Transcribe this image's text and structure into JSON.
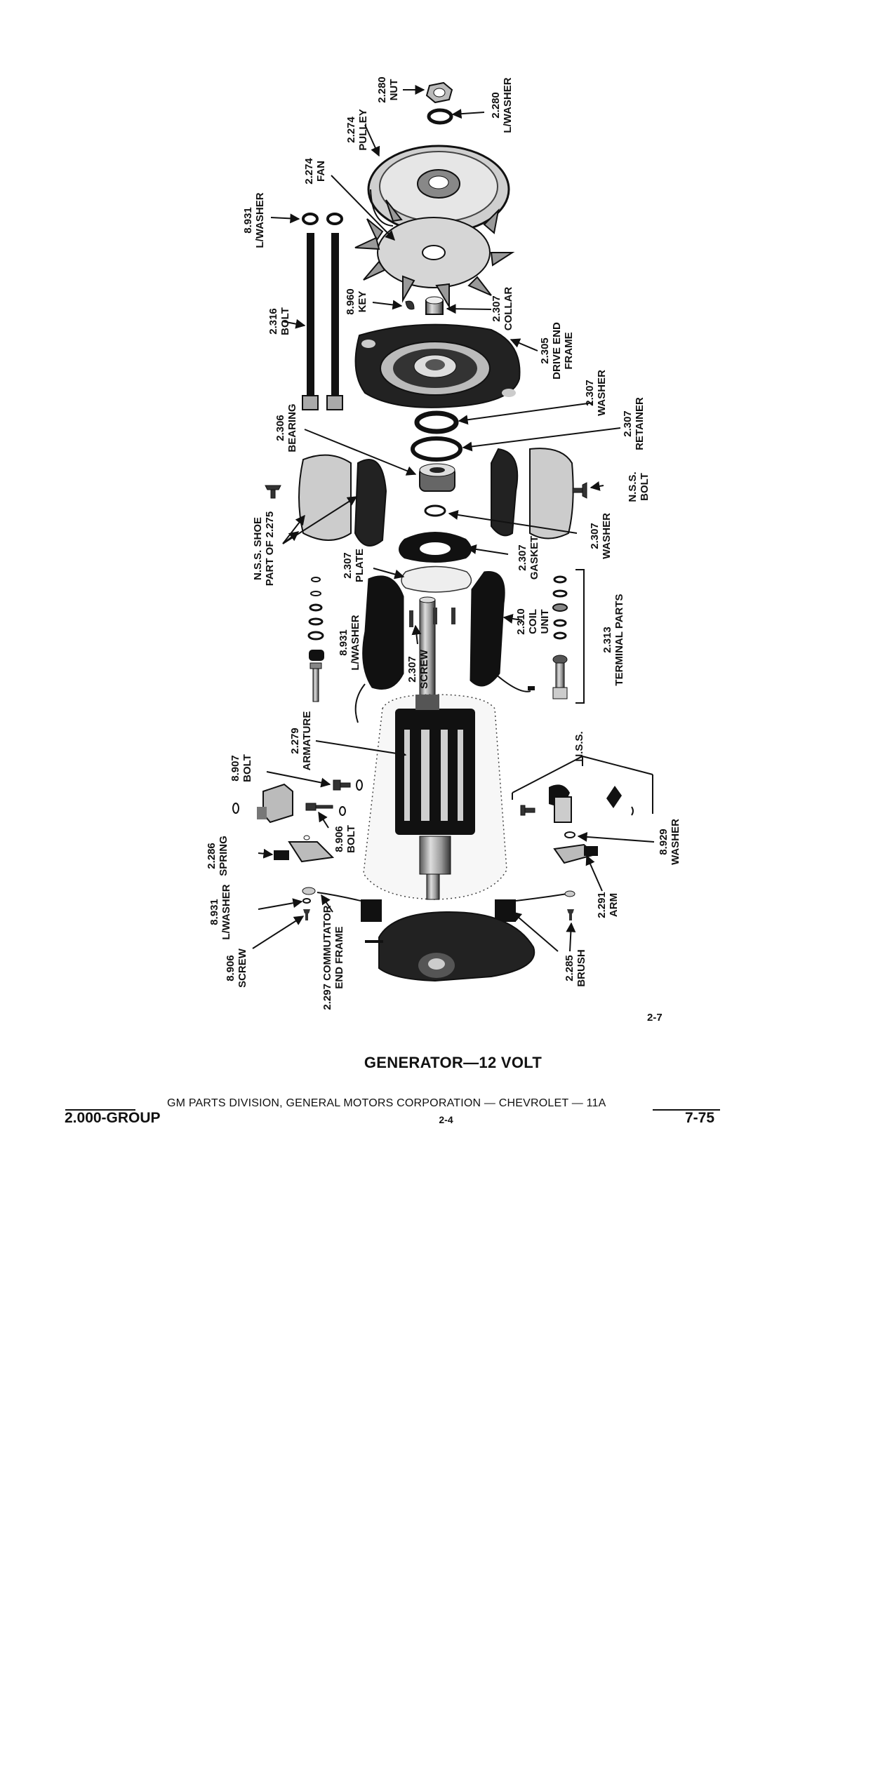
{
  "callouts": {
    "nut": [
      "2.280",
      "NUT"
    ],
    "lwasher_top": [
      "2.280",
      "L/WASHER"
    ],
    "pulley": [
      "2.274",
      "PULLEY"
    ],
    "fan": [
      "2.274",
      "FAN"
    ],
    "lwasher_bolt": [
      "8.931",
      "L/WASHER"
    ],
    "key": [
      "8.960",
      "KEY"
    ],
    "collar": [
      "2.307",
      "COLLAR"
    ],
    "bolt_through": [
      "2.316",
      "BOLT"
    ],
    "drive_end_frame": [
      "2.305",
      "DRIVE END",
      "FRAME"
    ],
    "washer_a": [
      "2.307",
      "WASHER"
    ],
    "bearing": [
      "2.306",
      "BEARING"
    ],
    "retainer": [
      "2.307",
      "RETAINER"
    ],
    "nss_bolt": [
      "N.S.S.",
      "BOLT"
    ],
    "nss_shoe": [
      "N.S.S. SHOE",
      "PART OF 2.275"
    ],
    "washer_b": [
      "2.307",
      "WASHER"
    ],
    "plate": [
      "2.307",
      "PLATE"
    ],
    "gasket": [
      "2.307",
      "GASKET"
    ],
    "lwasher_mid": [
      "8.931",
      "L/WASHER"
    ],
    "screw_mid": [
      "2.307",
      "SCREW"
    ],
    "coil_unit": [
      "2.310",
      "COIL",
      "UNIT"
    ],
    "terminal_parts": [
      "2.313",
      "TERMINAL PARTS"
    ],
    "armature": [
      "2.279",
      "ARMATURE"
    ],
    "bolt_8907": [
      "8.907",
      "BOLT"
    ],
    "nss_right": [
      "N.S.S."
    ],
    "bolt_8906": [
      "8.906",
      "BOLT"
    ],
    "spring": [
      "2.286",
      "SPRING"
    ],
    "washer_8929": [
      "8.929",
      "WASHER"
    ],
    "arm": [
      "2.291",
      "ARM"
    ],
    "lwasher_low": [
      "8.931",
      "L/WASHER"
    ],
    "screw_low": [
      "8.906",
      "SCREW"
    ],
    "commutator": [
      "2.297 COMMUTATOR",
      "END FRAME"
    ],
    "brush": [
      "2.285",
      "BRUSH"
    ]
  },
  "figure_number": "2-7",
  "caption": "GENERATOR—12 VOLT",
  "footer": {
    "publisher": "GM PARTS DIVISION, GENERAL MOTORS CORPORATION — CHEVROLET — 11A",
    "group": "2.000-GROUP",
    "page": "2-4",
    "date": "7-75"
  }
}
